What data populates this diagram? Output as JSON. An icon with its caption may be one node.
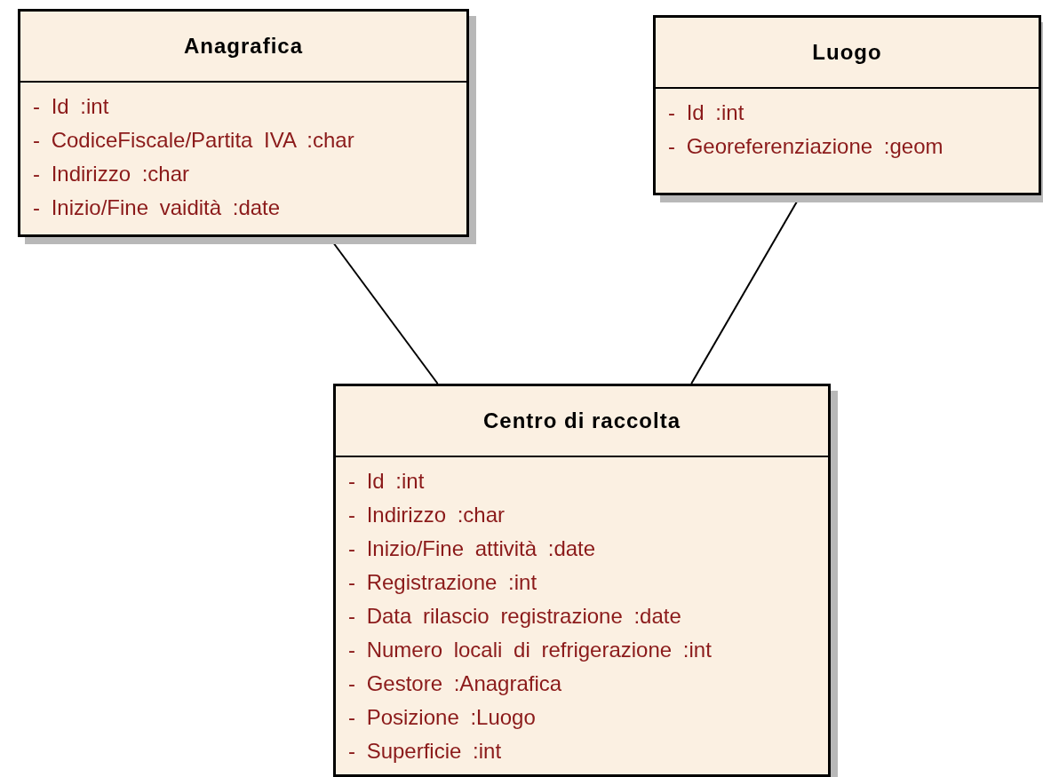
{
  "diagram": {
    "nodes": [
      {
        "text": [
          "Anagrafica",
          "- Id :int",
          "- CodiceFiscale/Partita IVA :char",
          "- Indirizzo :char",
          "- Inizio/Fine vaidità :date"
        ]
      },
      {
        "text": [
          "Luogo",
          "- Id :int",
          "- Georeferenziazione :geom"
        ]
      },
      {
        "text": [
          "Centro di raccolta",
          "- Id :int",
          "- Indirizzo :char",
          "- Inizio/Fine attività :date",
          "- Registrazione :int",
          "- Data rilascio registrazione :date",
          "- Numero locali di refrigerazione :int",
          "- Gestore :Anagrafica",
          "- Posizione :Luogo",
          "- Superficie :int"
        ]
      }
    ],
    "edges": [
      {
        "from": 0,
        "to": 2,
        "arrow": "none"
      },
      {
        "from": 1,
        "to": 2,
        "arrow": "none"
      }
    ]
  }
}
